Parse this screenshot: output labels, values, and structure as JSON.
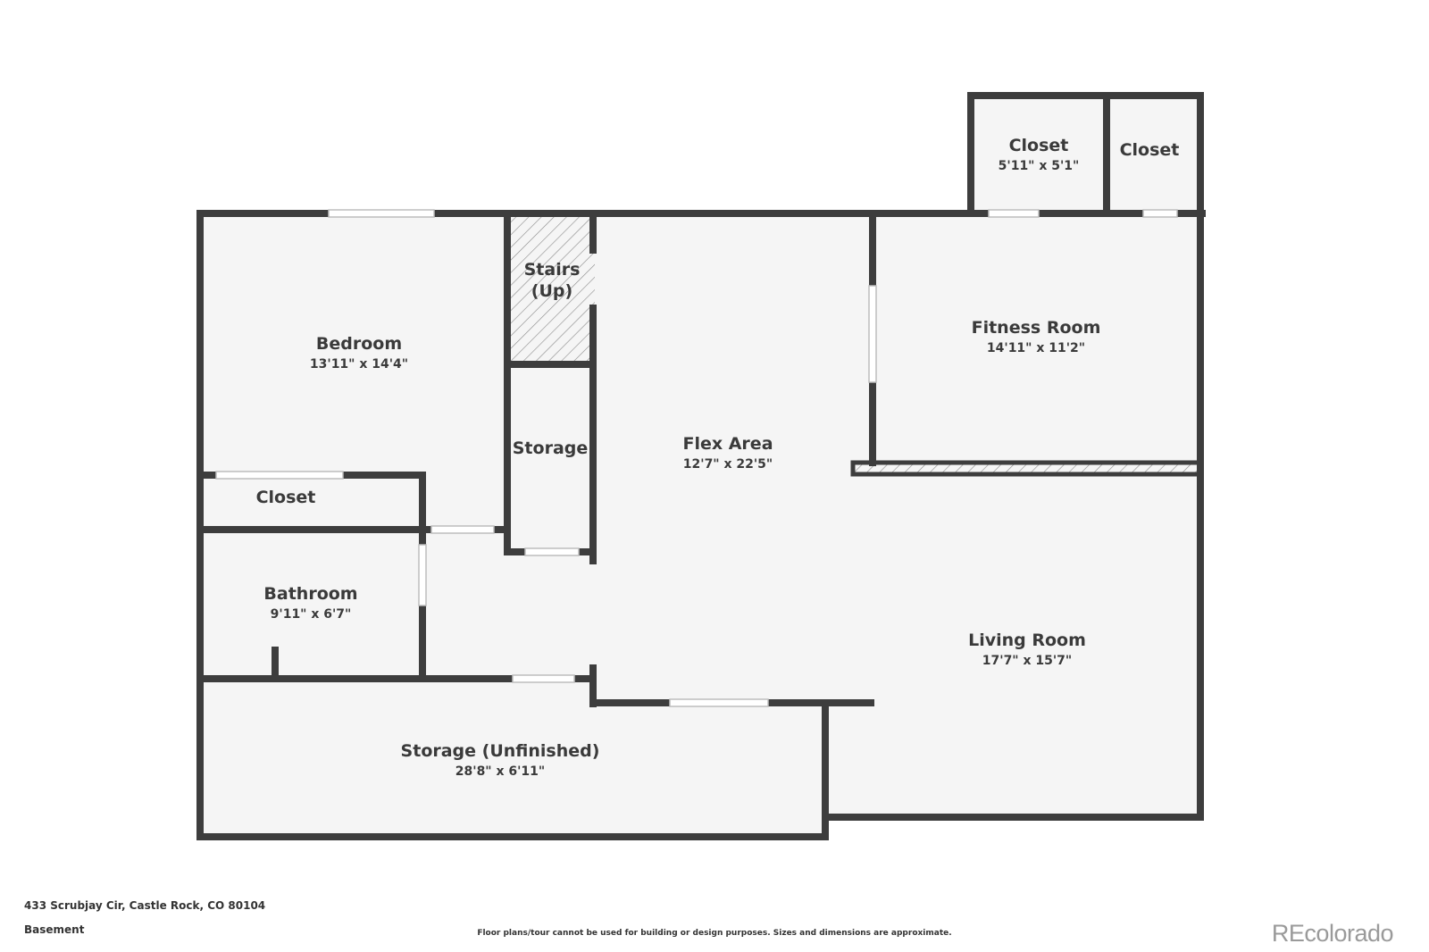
{
  "plan": {
    "rooms": [
      {
        "id": "bedroom",
        "name": "Bedroom",
        "dims": "13'11\" x 14'4\""
      },
      {
        "id": "stairs",
        "name_lines": [
          "Stairs",
          "(Up)"
        ]
      },
      {
        "id": "storage",
        "name": "Storage"
      },
      {
        "id": "flex",
        "name": "Flex Area",
        "dims": "12'7\" x 22'5\""
      },
      {
        "id": "closet-top",
        "name": "Closet",
        "dims": "5'11\" x 5'1\""
      },
      {
        "id": "closet-top-right",
        "name": "Closet"
      },
      {
        "id": "fitness",
        "name": "Fitness Room",
        "dims": "14'11\" x 11'2\""
      },
      {
        "id": "closet-bedroom",
        "name": "Closet"
      },
      {
        "id": "bathroom",
        "name": "Bathroom",
        "dims": "9'11\" x 6'7\""
      },
      {
        "id": "living",
        "name": "Living Room",
        "dims": "17'7\" x 15'7\""
      },
      {
        "id": "storage-unfinished",
        "name": "Storage (Unfinished)",
        "dims": "28'8\" x 6'11\""
      }
    ],
    "colors": {
      "wall": "#3d3d3d",
      "floor": "#f5f5f5",
      "text": "#3a3a3a"
    }
  },
  "footer": {
    "address": "433 Scrubjay Cir, Castle Rock, CO 80104",
    "level": "Basement",
    "disclaimer": "Floor plans/tour cannot be used for building or design purposes. Sizes and dimensions are approximate.",
    "brand": "REcolorado"
  }
}
